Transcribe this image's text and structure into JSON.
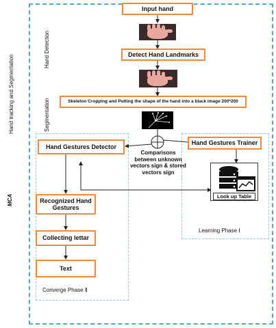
{
  "labels": {
    "hand_tracking_segmentation": "Hand tracking and Segmentation",
    "hand_detection": "Hand Detection",
    "segmentation": "Segmentation",
    "mca": "MCA"
  },
  "boxes": {
    "input_hand": "Input hand",
    "detect_landmarks": "Detect Hand Landmarks",
    "skeleton_cropping": "Skeleton Cropping and Putting the shape of the hand into a black image 200*200",
    "gestures_detector": "Hand Gestures Detector",
    "gestures_trainer": "Hand Gestures Trainer",
    "recognized": "Recognized Hand Gestures",
    "collecting": "Collecting lettar",
    "text": "Text",
    "lookup_table": "Look up Table"
  },
  "comparison_text": "Comparisons between unknown vectors sign & stored vectors sign",
  "phases": {
    "learning": "Learning Phase  Ⅰ",
    "converge": "Converge Phase  Ⅱ"
  }
}
